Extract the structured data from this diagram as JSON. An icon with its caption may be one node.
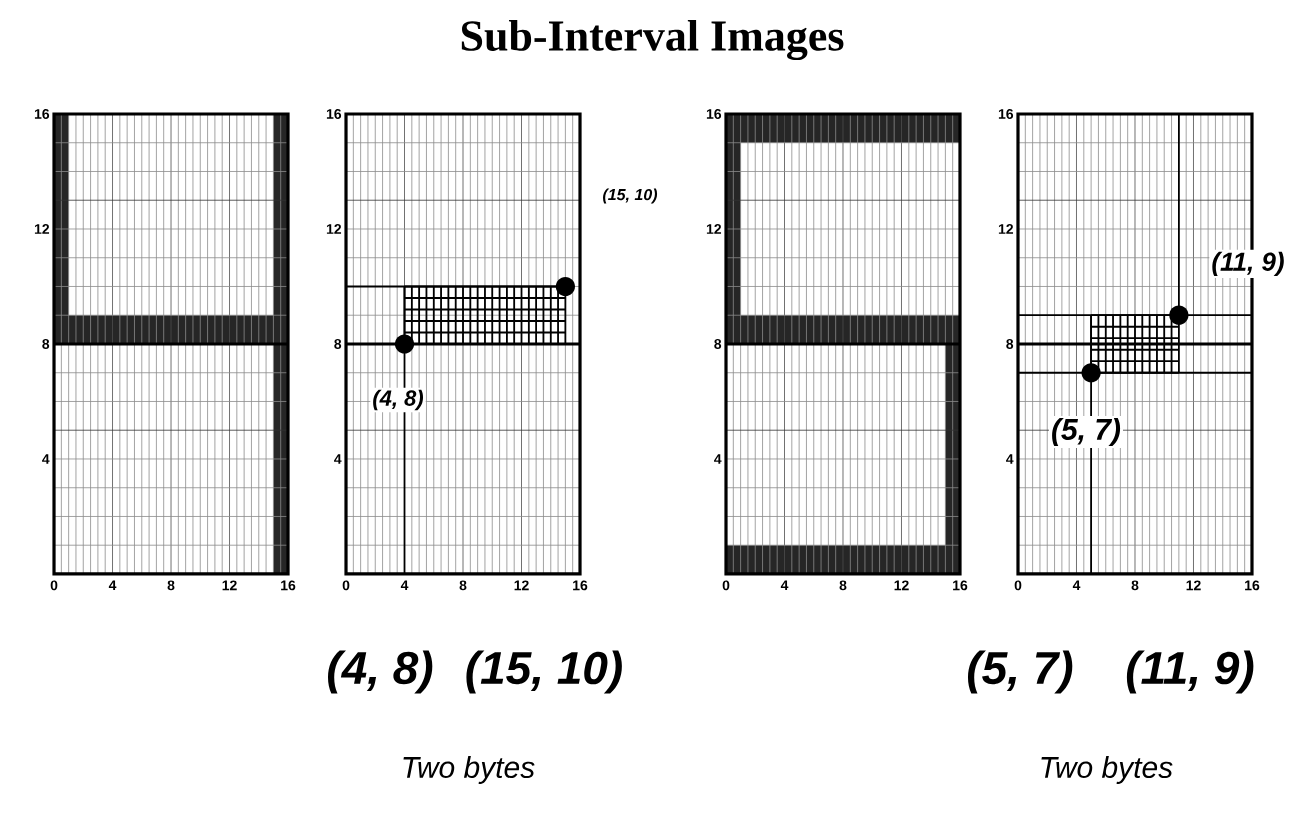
{
  "diagram": {
    "title": "Sub-Interval Images",
    "labels": [
      "16",
      "12",
      "8",
      "4",
      "0",
      "4",
      "8",
      "12",
      "16",
      "16",
      "12",
      "8",
      "4",
      "0",
      "4",
      "8",
      "12",
      "16",
      "16",
      "12",
      "8",
      "4",
      "0",
      "4",
      "8",
      "12",
      "16",
      "16",
      "12",
      "8",
      "4",
      "0",
      "4",
      "8",
      "12",
      "16",
      "(15, 10)",
      "(4, 8)",
      "(11, 9)",
      "(5, 7)",
      "(4, 8)",
      "(15, 10)",
      "(5, 7)",
      "(11, 9)",
      "Two bytes",
      "Two bytes"
    ]
  }
}
